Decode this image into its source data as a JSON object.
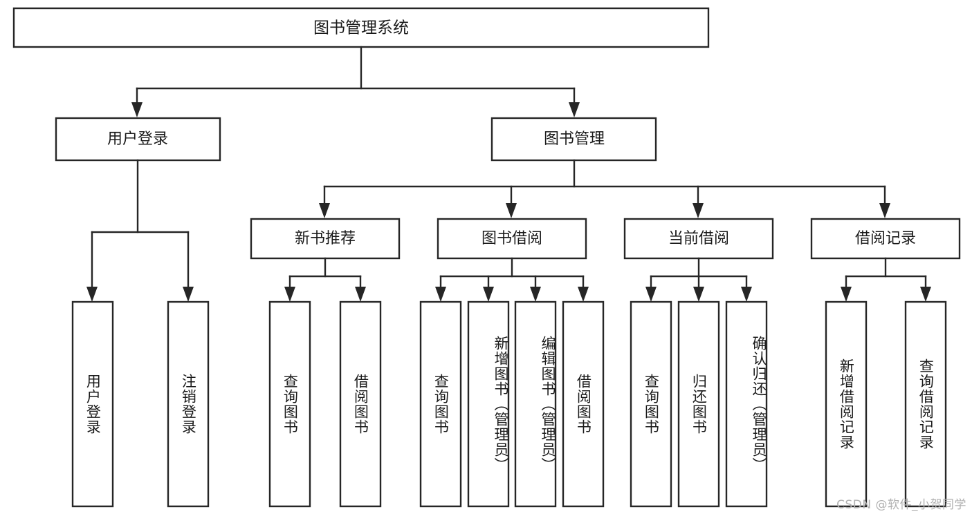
{
  "diagram": {
    "type": "tree-hierarchy",
    "title": "图书管理系统",
    "orientation": "top-down",
    "colors": {
      "background": "#ffffff",
      "box_stroke": "#262626",
      "box_fill": "#ffffff",
      "text": "#1a1a1a",
      "watermark": "#b0b0b0"
    },
    "root": {
      "label": "图书管理系统"
    },
    "level2": [
      {
        "label": "用户登录"
      },
      {
        "label": "图书管理"
      }
    ],
    "level3": [
      {
        "label": "新书推荐"
      },
      {
        "label": "图书借阅"
      },
      {
        "label": "当前借阅"
      },
      {
        "label": "借阅记录"
      }
    ],
    "leaves": [
      {
        "label": "用户登录",
        "parent": "用户登录"
      },
      {
        "label": "注销登录",
        "parent": "用户登录"
      },
      {
        "label": "查询图书",
        "parent": "新书推荐"
      },
      {
        "label": "借阅图书",
        "parent": "新书推荐"
      },
      {
        "label": "查询图书",
        "parent": "图书借阅"
      },
      {
        "label": "新增图书（管理员）",
        "parent": "图书借阅"
      },
      {
        "label": "编辑图书（管理员）",
        "parent": "图书借阅"
      },
      {
        "label": "借阅图书",
        "parent": "图书借阅"
      },
      {
        "label": "查询图书",
        "parent": "当前借阅"
      },
      {
        "label": "归还图书",
        "parent": "当前借阅"
      },
      {
        "label": "确认归还（管理员）",
        "parent": "当前借阅"
      },
      {
        "label": "新增借阅记录",
        "parent": "借阅记录"
      },
      {
        "label": "查询借阅记录",
        "parent": "借阅记录"
      }
    ],
    "watermark": "CSDN @软件_小贺同学"
  }
}
